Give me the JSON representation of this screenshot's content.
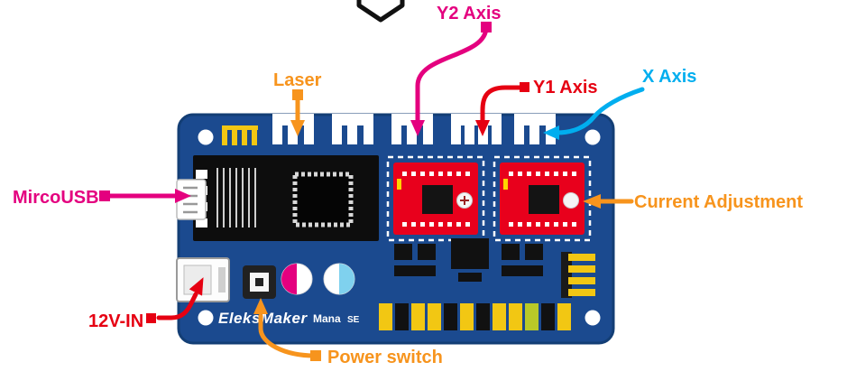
{
  "labels": {
    "y2_axis": {
      "text": "Y2 Axis",
      "color": "#e4007f"
    },
    "laser": {
      "text": "Laser",
      "color": "#f7941d"
    },
    "y1_axis": {
      "text": "Y1 Axis",
      "color": "#e60012"
    },
    "x_axis": {
      "text": "X Axis",
      "color": "#00aeef"
    },
    "micro_usb": {
      "text": "MircoUSB",
      "color": "#e4007f"
    },
    "current_adjustment": {
      "text": "Current Adjustment",
      "color": "#f7941d"
    },
    "power_in": {
      "text": "12V-IN",
      "color": "#e60012"
    },
    "power_switch": {
      "text": "Power switch",
      "color": "#f7941d"
    }
  },
  "board": {
    "brand": "EleksMaker",
    "model": "Mana",
    "edition": "SE",
    "pcb_color": "#1b4a8f",
    "driver_color": "#e8001c",
    "silkscreen_color": "#ffffff",
    "capacitor_color": "#f2c713"
  }
}
